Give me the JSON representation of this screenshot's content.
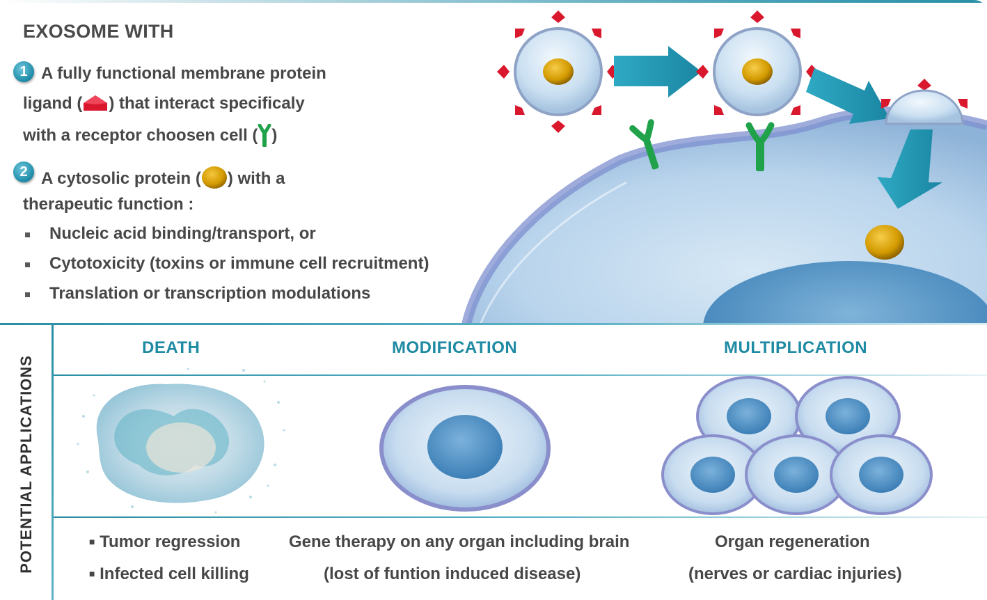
{
  "title": "EXOSOME WITH",
  "point1": {
    "number": "1",
    "line1": "A fully functional membrane protein",
    "line2_prefix": "ligand (",
    "line2_suffix": ") that interact specificaly",
    "line3_prefix": "with a receptor choosen cell (",
    "line3_suffix": ")"
  },
  "point2": {
    "number": "2",
    "line1_prefix": "A cytosolic protein (",
    "line1_suffix": ") with a",
    "line2": "therapeutic function :",
    "bullets": [
      "Nucleic acid binding/transport, or",
      "Cytotoxicity (toxins or immune cell recruitment)",
      "Translation or transcription modulations"
    ]
  },
  "side_label": "POTENTIAL APPLICATIONS",
  "columns": [
    {
      "heading": "DEATH",
      "lines": [
        "Tumor regression",
        "Infected cell killing"
      ]
    },
    {
      "heading": "MODIFICATION",
      "lines": [
        "Gene therapy on any organ including brain",
        "(lost of funtion induced disease)"
      ]
    },
    {
      "heading": "MULTIPLICATION",
      "lines": [
        "Organ regeneration",
        "(nerves or cardiac injuries)"
      ]
    }
  ],
  "colors": {
    "accent": "#1f8aa3",
    "ligand": "#d9182d",
    "receptor": "#1fa24a",
    "protein": "#d6a000",
    "cell": "#bcd6ea"
  }
}
